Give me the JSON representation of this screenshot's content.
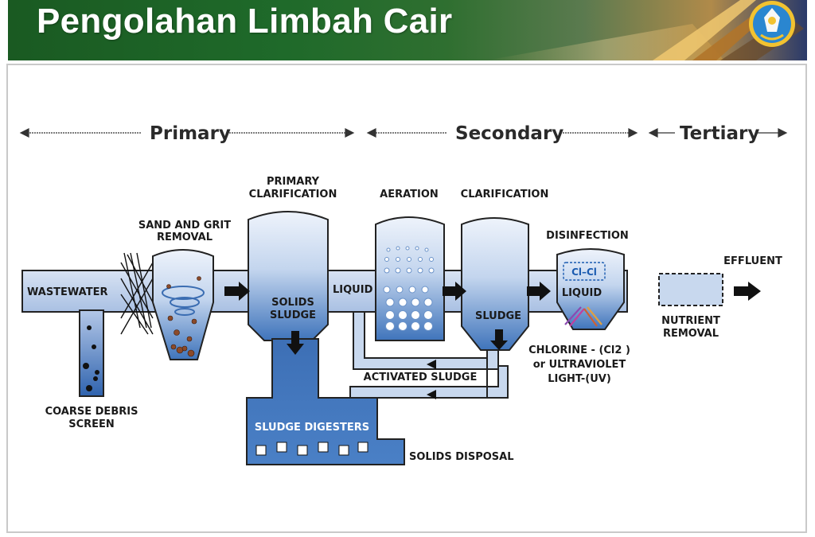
{
  "header": {
    "title": "Pengolahan Limbah Cair"
  },
  "stages": {
    "primary": "Primary",
    "secondary": "Secondary",
    "tertiary": "Tertiary"
  },
  "labels": {
    "wastewater": "WASTEWATER",
    "coarse_1": "COARSE DEBRIS",
    "coarse_2": "SCREEN",
    "sand_1": "SAND AND GRIT",
    "sand_2": "REMOVAL",
    "primary_clar_1": "PRIMARY",
    "primary_clar_2": "CLARIFICATION",
    "solids_1": "SOLIDS",
    "solids_2": "SLUDGE",
    "liquid_1": "LIQUID",
    "aeration": "AERATION",
    "clarification": "CLARIFICATION",
    "sludge": "SLUDGE",
    "activated_sludge": "ACTIVATED SLUDGE",
    "sludge_digesters": "SLUDGE DIGESTERS",
    "solids_disposal": "SOLIDS DISPOSAL",
    "disinfection": "DISINFECTION",
    "cl_formula": "Cl–Cl",
    "liquid_2": "LIQUID",
    "chlorine_1": "CHLORINE - (Cl2 )",
    "chlorine_2": "or ULTRAVIOLET",
    "chlorine_3": "LIGHT-(UV)",
    "effluent": "EFFLUENT",
    "nutrient_1": "NUTRIENT",
    "nutrient_2": "REMOVAL"
  },
  "colors": {
    "header_green": "#1f6a2a",
    "pipe_light": "#c8d8ee",
    "pipe_dark": "#3d73b8",
    "outline": "#222222"
  }
}
